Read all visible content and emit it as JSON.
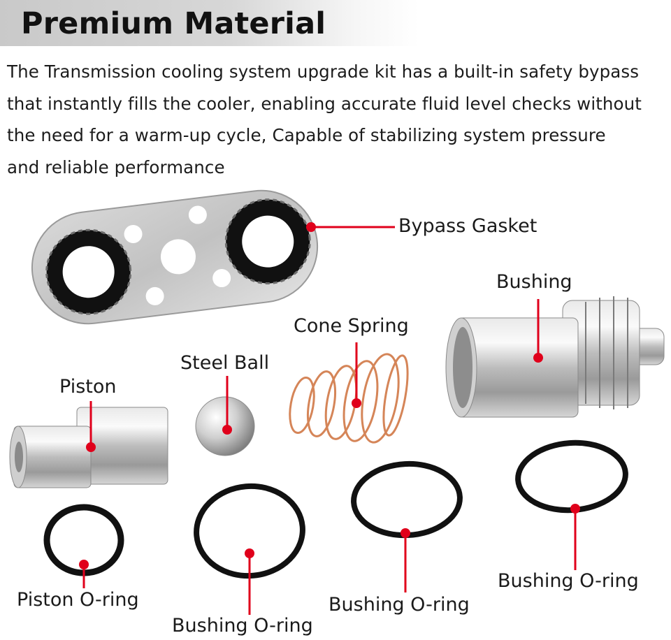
{
  "header": {
    "title": "Premium Material"
  },
  "description": {
    "lines": [
      "The Transmission cooling system upgrade kit has a built-in safety bypass",
      "that instantly fills the cooler, enabling accurate fluid level checks without",
      "the need for a warm-up cycle, Capable of stabilizing system pressure",
      "and reliable performance"
    ]
  },
  "parts": {
    "bypass_gasket": "Bypass Gasket",
    "bushing": "Bushing",
    "cone_spring": "Cone Spring",
    "steel_ball": "Steel Ball",
    "piston": "Piston",
    "piston_oring": "Piston O-ring",
    "bushing_oring_1": "Bushing O-ring",
    "bushing_oring_2": "Bushing O-ring",
    "bushing_oring_3": "Bushing O-ring"
  },
  "colors": {
    "callout": "#e0001b",
    "steel": "#c8c8c8",
    "rubber": "#111111",
    "copper": "#d9895f"
  }
}
